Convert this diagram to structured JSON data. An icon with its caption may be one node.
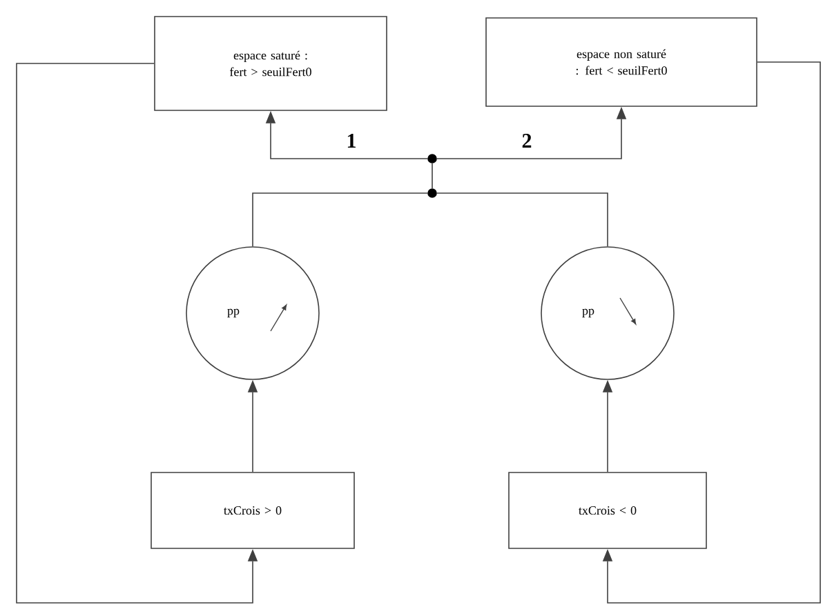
{
  "diagram": {
    "nodes": [
      {
        "text": [
          "espace saturé : fert > seuilFert0"
        ]
      },
      {
        "text": [
          "espace non saturé : fert < seuilFert0"
        ]
      },
      {
        "text": [
          "pp"
        ]
      },
      {
        "text": [
          "pp"
        ]
      },
      {
        "text": [
          "txCrois > 0"
        ]
      },
      {
        "text": [
          "txCrois < 0"
        ]
      },
      {
        "text": [],
        "shape": "circle"
      },
      {
        "text": [],
        "shape": "circle"
      }
    ],
    "edges": [
      {
        "from": 4,
        "to": 2,
        "arrow": "to"
      },
      {
        "from": 5,
        "to": 3,
        "arrow": "to"
      },
      {
        "from": 2,
        "to": 7,
        "arrow": "none"
      },
      {
        "from": 3,
        "to": 7,
        "arrow": "none"
      },
      {
        "from": 7,
        "to": 6,
        "arrow": "none"
      },
      {
        "from": 6,
        "to": 0,
        "arrow": "to",
        "label": "1"
      },
      {
        "from": 6,
        "to": 1,
        "arrow": "to",
        "label": "2"
      },
      {
        "from": 0,
        "to": 4,
        "arrow": "to"
      },
      {
        "from": 1,
        "to": 5,
        "arrow": "to"
      }
    ]
  }
}
